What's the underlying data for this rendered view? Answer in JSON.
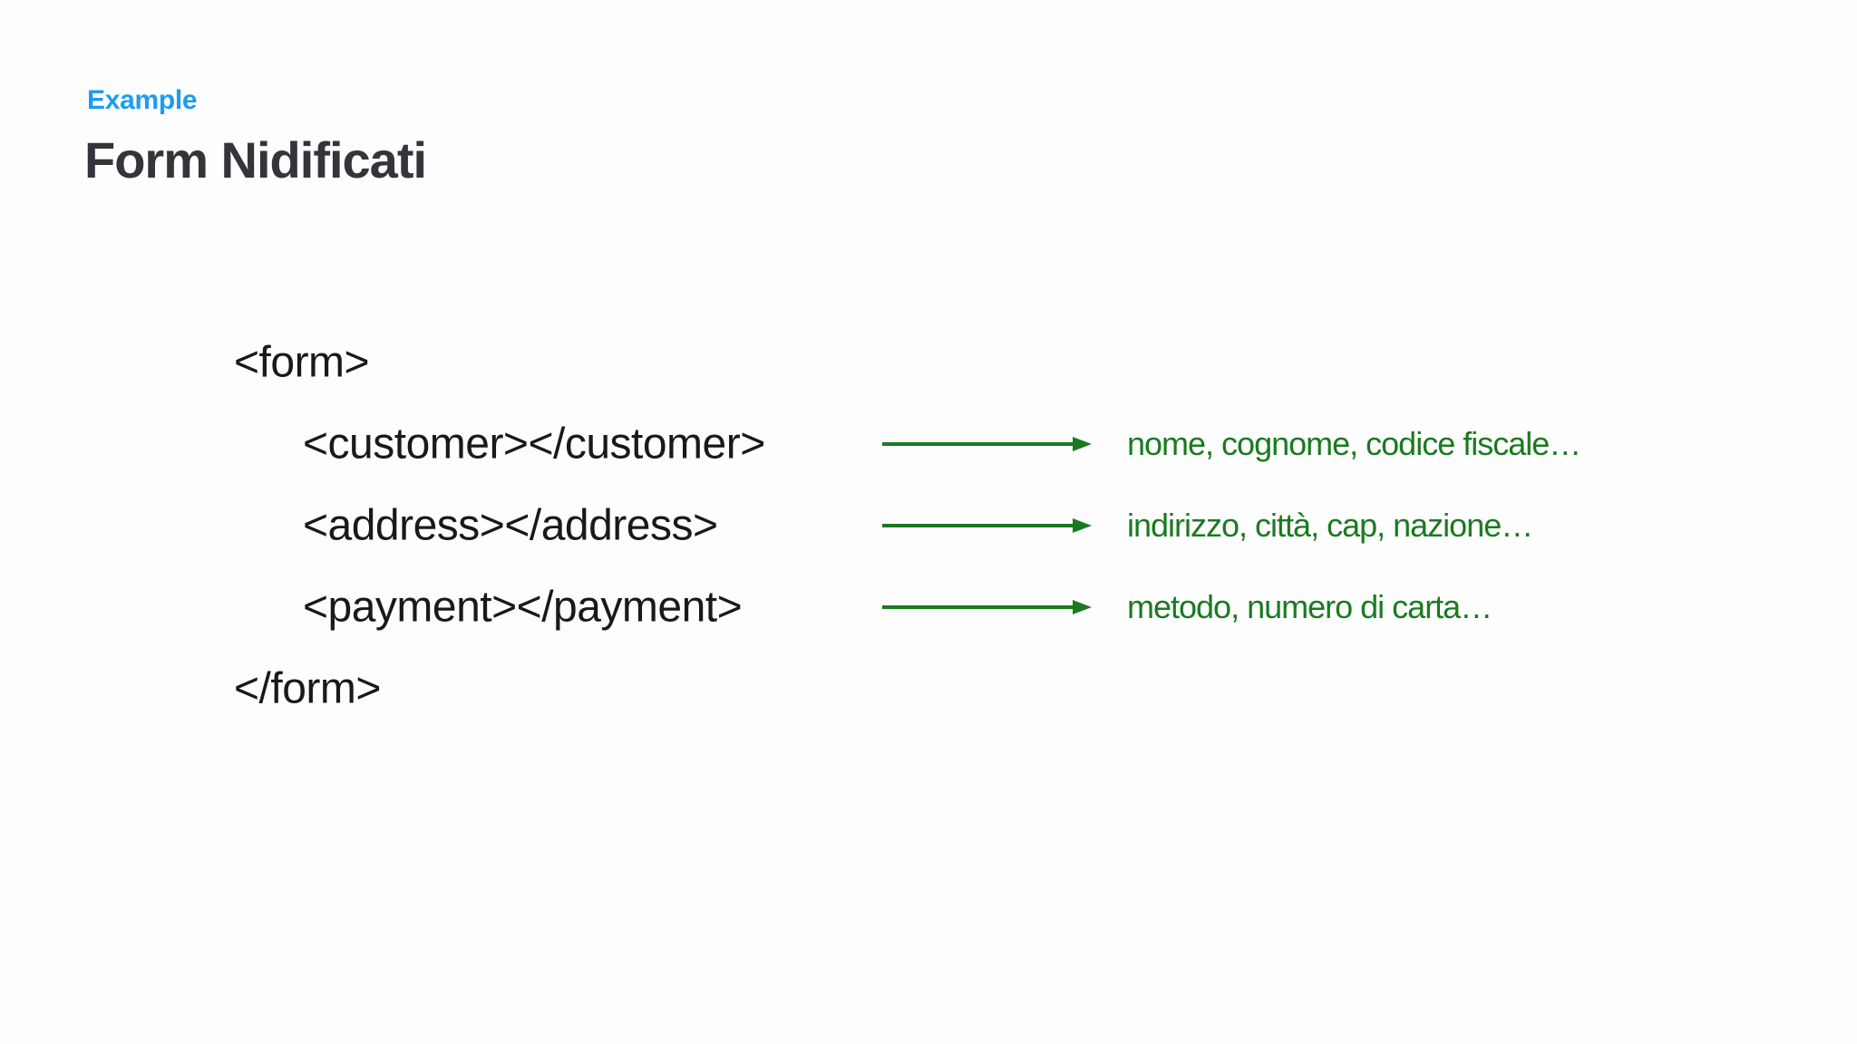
{
  "colors": {
    "accent_blue": "#1e9bf0",
    "accent_green": "#1a7a1f",
    "ink": "#191919",
    "title": "#34343b",
    "background": "#fdfdfd"
  },
  "header": {
    "eyebrow": "Example",
    "title": "Form Nidificati"
  },
  "code": {
    "open_tag": "<form>",
    "close_tag": "</form>",
    "rows": [
      {
        "tag": "<customer></customer>",
        "description": "nome, cognome, codice fiscale…"
      },
      {
        "tag": "<address></address>",
        "description": "indirizzo, città, cap, nazione…"
      },
      {
        "tag": "<payment></payment>",
        "description": "metodo, numero di carta…"
      }
    ]
  }
}
